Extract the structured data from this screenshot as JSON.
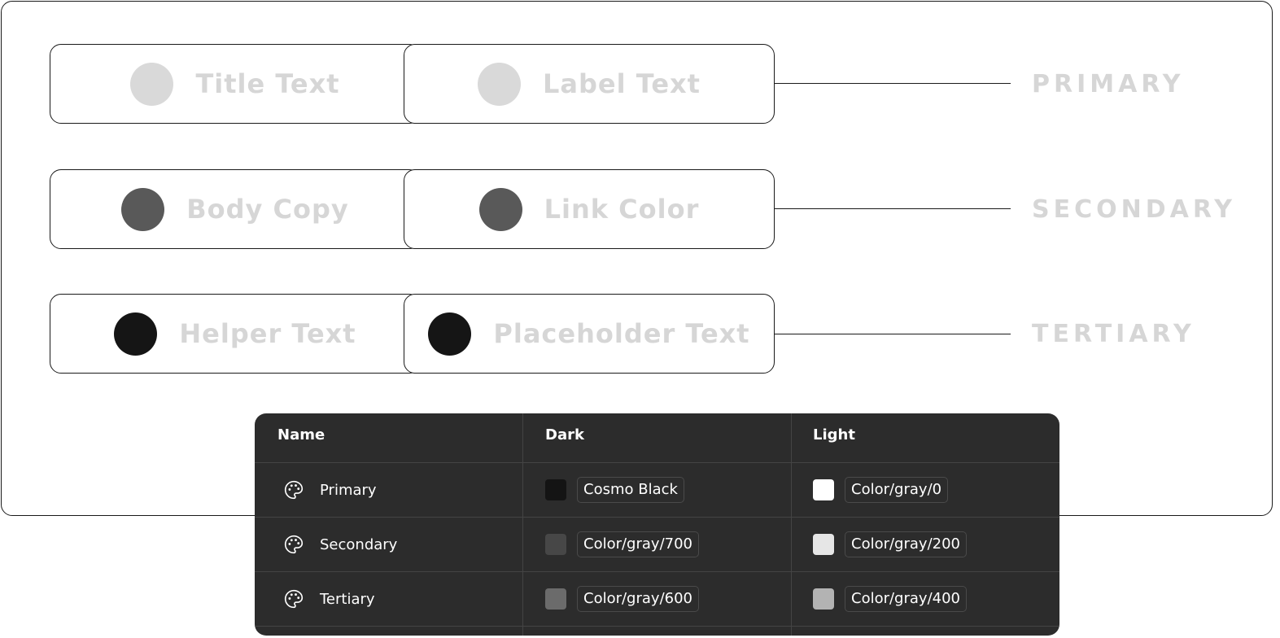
{
  "diagram": {
    "rows": [
      {
        "tier": "PRIMARY",
        "left_text": "Title Text",
        "right_text": "Label Text",
        "dot_color": "#d9d9d9"
      },
      {
        "tier": "SECONDARY",
        "left_text": "Body Copy",
        "right_text": "Link Color",
        "dot_color": "#595959"
      },
      {
        "tier": "TERTIARY",
        "left_text": "Helper Text",
        "right_text": "Placeholder Text",
        "dot_color": "#151515"
      }
    ]
  },
  "table": {
    "headers": [
      "Name",
      "Dark",
      "Light"
    ],
    "rows": [
      {
        "name": "Primary",
        "dark": "Cosmo Black",
        "dark_color": "#141414",
        "light": "Color/gray/0",
        "light_color": "#ffffff"
      },
      {
        "name": "Secondary",
        "dark": "Color/gray/700",
        "dark_color": "#474747",
        "light": "Color/gray/200",
        "light_color": "#e6e6e6"
      },
      {
        "name": "Tertiary",
        "dark": "Color/gray/600",
        "dark_color": "#6b6b6b",
        "light": "Color/gray/400",
        "light_color": "#b3b3b3"
      }
    ],
    "row_icon": "palette-icon"
  }
}
